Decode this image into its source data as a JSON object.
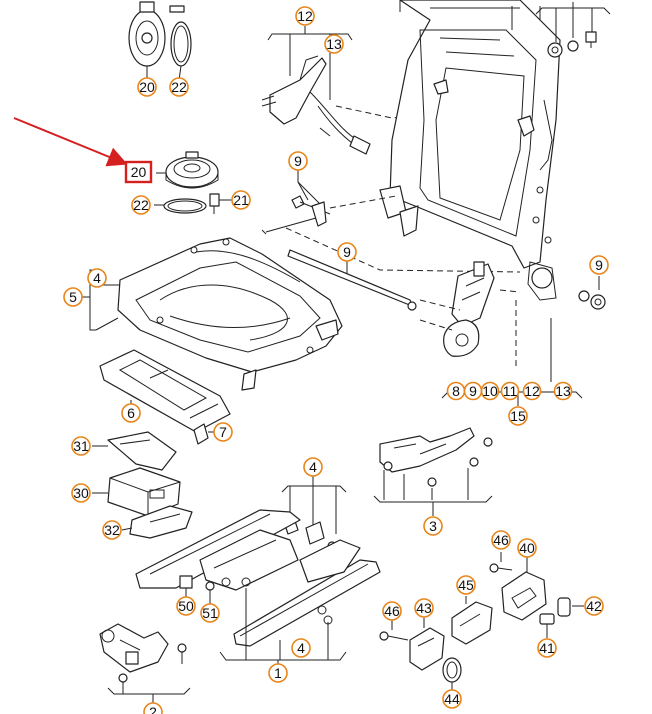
{
  "callouts": {
    "c20_top": "20",
    "c22_top": "22",
    "c12_top": "12",
    "c13_top": "13",
    "c20_highlight": "20",
    "c21": "21",
    "c22": "22",
    "c9_a": "9",
    "c9_b": "9",
    "c9_c": "9",
    "c5": "5",
    "c4_a": "4",
    "c6": "6",
    "c7": "7",
    "c8": "8",
    "c9_d": "9",
    "c10": "10",
    "c11": "11",
    "c12": "12",
    "c13": "13",
    "c15": "15",
    "c31": "31",
    "c30": "30",
    "c32": "32",
    "c3": "3",
    "c4_b": "4",
    "c4_c": "4",
    "c46_a": "46",
    "c40": "40",
    "c45": "45",
    "c42": "42",
    "c41": "41",
    "c46_b": "46",
    "c43": "43",
    "c44": "44",
    "c50": "50",
    "c51": "51",
    "c1": "1",
    "c2": "2"
  },
  "colors": {
    "callout_ring": "#e8851a",
    "highlight_box": "#d62020",
    "pointer_arrow": "#d62020",
    "line": "#222222"
  }
}
